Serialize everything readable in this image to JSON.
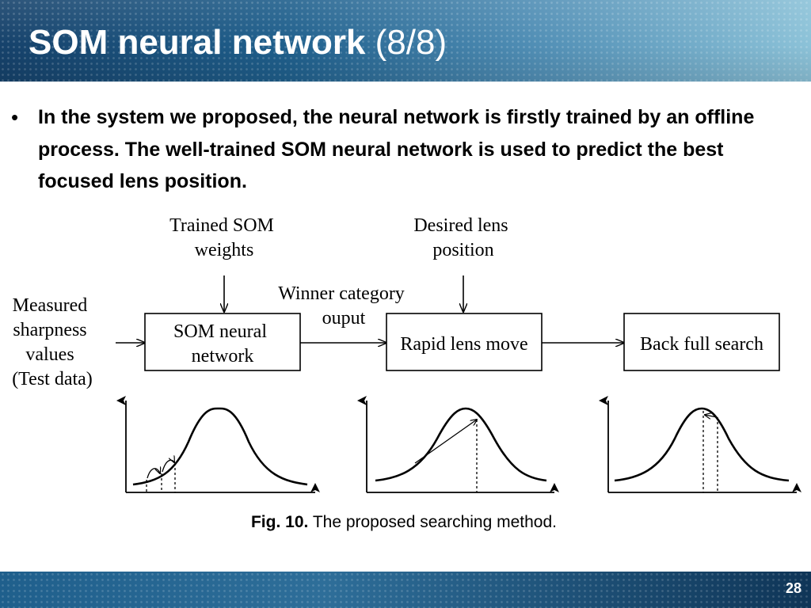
{
  "slide": {
    "title_bold": "SOM neural network",
    "title_light": "(8/8)",
    "bullet": "In the system we proposed, the neural network is firstly trained by an offline process. The well-trained SOM neural network is used to predict the best focused lens position.",
    "page_number": "28"
  },
  "diagram": {
    "inputs": {
      "trained_som_weights": [
        "Trained SOM",
        "weights"
      ],
      "desired_lens_position": [
        "Desired lens",
        "position"
      ],
      "measured_sharpness": [
        "Measured",
        "sharpness",
        "values",
        "(Test data)"
      ]
    },
    "boxes": {
      "som_network": [
        "SOM neural",
        "network"
      ],
      "rapid_lens_move": "Rapid lens move",
      "back_full_search": "Back full search"
    },
    "edge_label_winner": [
      "Winner category",
      "ouput"
    ]
  },
  "caption": {
    "label": "Fig. 10.",
    "text": "The proposed searching method."
  }
}
